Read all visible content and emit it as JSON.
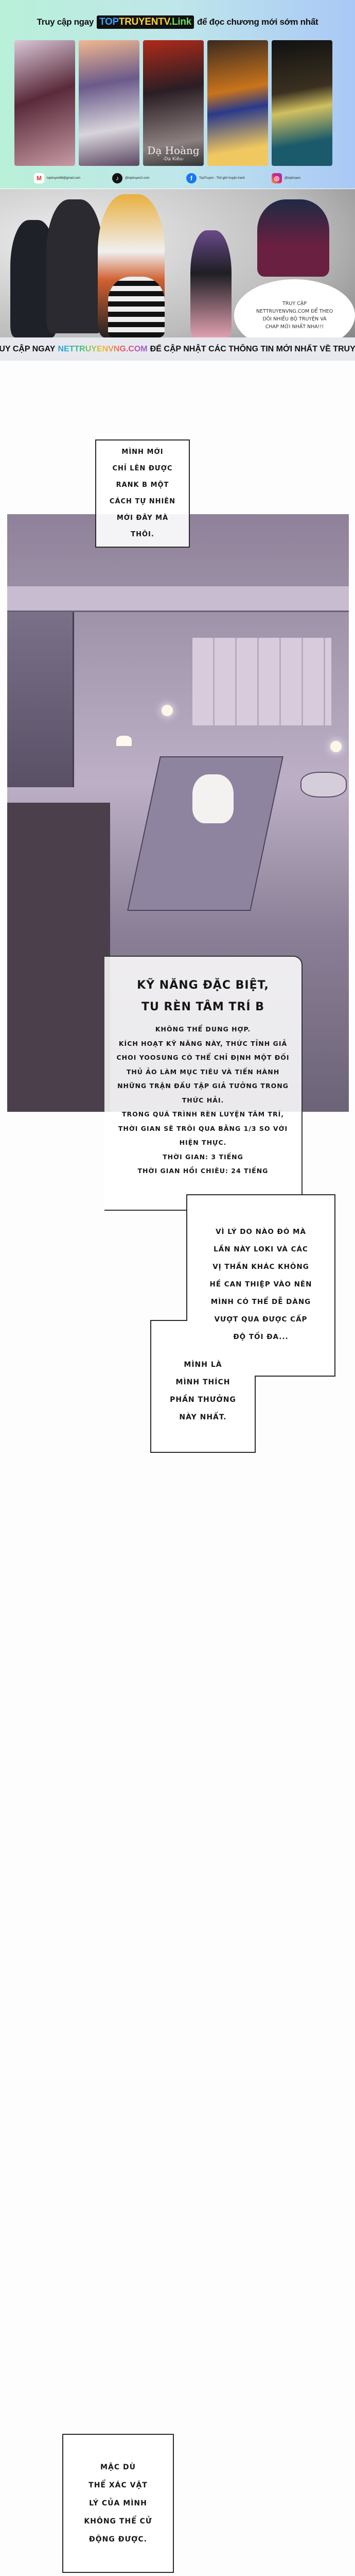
{
  "promo_banner": {
    "prefix": "Truy cập ngay",
    "brand_parts": [
      "TOP",
      "TRUYENTV",
      ".Link"
    ],
    "suffix": "để đọc chương mới sớm nhất",
    "cover_caption": "-Dạ Kiêu-",
    "cover_title": "Dạ Hoàng",
    "socials": [
      {
        "icon": "gmail-icon",
        "label": "toptruyen88@gmail.com"
      },
      {
        "icon": "tiktok-icon",
        "label": "@toptruyen2.com"
      },
      {
        "icon": "facebook-icon",
        "label": "TopTruyen - Thế giới truyện tranh"
      },
      {
        "icon": "instagram-icon",
        "label": "@toptruyen"
      }
    ]
  },
  "site_banner": {
    "bubble_lines": [
      "TRUY CẬP",
      "NETTRUYENVNG.COM ĐỂ THEO",
      "DÕI NHIỀU BỘ TRUYỆN VÀ",
      "CHAP MỚI NHẤT NHA!!!"
    ],
    "caption_prefix": "TRUY CẬP NGAY",
    "caption_site": "NETTRUYENVNG.COM",
    "caption_suffix": "ĐỂ CẬP NHẬT CÁC THÔNG TIN MỚI NHẤT VỀ TRUYỆN"
  },
  "narration_1": [
    "MÌNH MỚI",
    "CHỈ LÊN ĐƯỢC",
    "RANK B MỘT",
    "CÁCH TỰ NHIÊN",
    "MỚI ĐÂY MÀ",
    "THÔI."
  ],
  "skill_window": {
    "title": [
      "KỸ NĂNG ĐẶC BIỆT,",
      "TU RÈN TÂM TRÍ B"
    ],
    "body": [
      "KHÔNG THỂ DUNG HỢP.",
      "KÍCH HOẠT KỸ NĂNG NÀY, THỨC TỈNH GIẢ",
      "CHOI YOOSUNG CÓ THỂ CHỈ ĐỊNH MỘT ĐỐI",
      "THỦ ẢO LÀM MỤC TIÊU VÀ TIẾN HÀNH",
      "NHỮNG TRẬN ĐẤU TẬP GIẢ TƯỞNG TRONG",
      "THỨC HẢI.",
      "TRONG QUÁ TRÌNH RÈN LUYỆN TÂM TRÍ,",
      "THỜI GIAN SẼ TRÔI QUA BẰNG 1/3 SO VỚI",
      "HIỆN THỰC.",
      "THỜI GIAN: 3 TIẾNG",
      "THỜI GIAN HỒI CHIÊU: 24 TIẾNG"
    ]
  },
  "narration_2": [
    "VÌ LÝ DO NÀO ĐÓ MÀ",
    "LẦN NÀY LOKI VÀ CÁC",
    "VỊ THẦN KHÁC KHÔNG",
    "HỀ CAN THIỆP VÀO NÊN",
    "MÌNH CÓ THỂ DỄ DÀNG",
    "VƯỢT QUA ĐƯỢC CẤP",
    "ĐỘ TỐI ĐA..."
  ],
  "narration_3": [
    "MÌNH LÀ",
    "MÌNH THÍCH",
    "PHẦN THƯỞNG",
    "NÀY NHẤT."
  ],
  "narration_4": [
    "MẶC DÙ",
    "THỂ XÁC VẬT",
    "LÝ CỦA MÌNH",
    "KHÔNG THỂ CỬ",
    "ĐỘNG ĐƯỢC."
  ],
  "colors": {
    "panel_purple": "#a79cb2",
    "brand_blue": "#3aa0ff",
    "brand_yellow": "#ffd23a",
    "brand_green": "#6de05a"
  }
}
